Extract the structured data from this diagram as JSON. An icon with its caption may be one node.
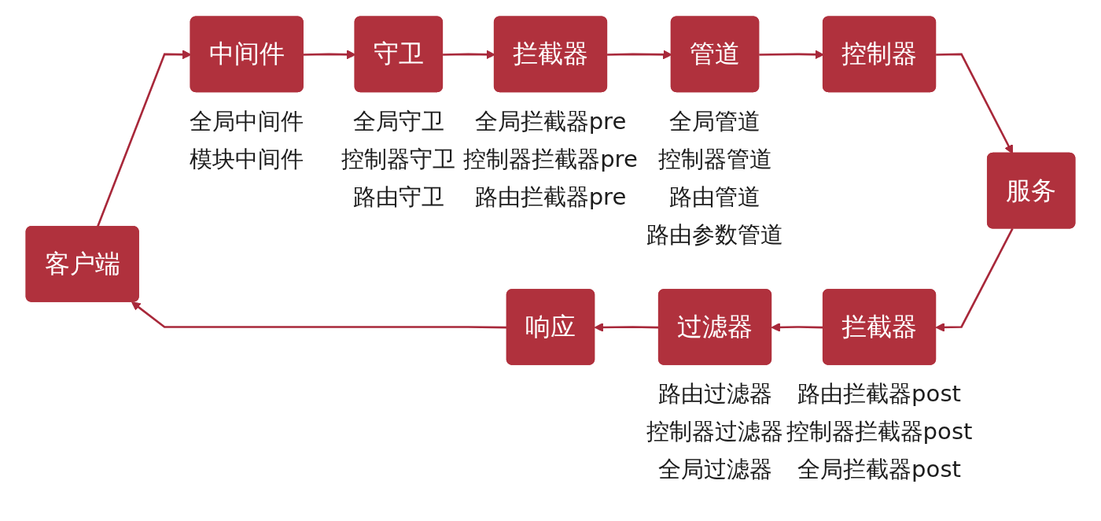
{
  "diagram": {
    "nodes": [
      {
        "text": [
          "客户端"
        ]
      },
      {
        "text": [
          "中间件"
        ],
        "beside": [
          "全局中间件",
          "模块中间件"
        ]
      },
      {
        "text": [
          "守卫"
        ],
        "beside": [
          "全局守卫",
          "控制器守卫",
          "路由守卫"
        ]
      },
      {
        "text": [
          "拦截器"
        ],
        "beside": [
          "全局拦截器pre",
          "控制器拦截器pre",
          "路由拦截器pre"
        ]
      },
      {
        "text": [
          "管道"
        ],
        "beside": [
          "全局管道",
          "控制器管道",
          "路由管道",
          "路由参数管道"
        ]
      },
      {
        "text": [
          "控制器"
        ]
      },
      {
        "text": [
          "响应"
        ]
      },
      {
        "text": [
          "过滤器"
        ],
        "beside": [
          "路由过滤器",
          "控制器过滤器",
          "全局过滤器"
        ]
      },
      {
        "text": [
          "拦截器"
        ],
        "beside": [
          "路由拦截器post",
          "控制器拦截器post",
          "全局拦截器post"
        ]
      },
      {
        "text": [
          "服务"
        ]
      }
    ],
    "edges": [
      {
        "from": 0,
        "to": 1,
        "arrow": "to"
      },
      {
        "from": 1,
        "to": 2,
        "arrow": "to"
      },
      {
        "from": 2,
        "to": 3,
        "arrow": "to"
      },
      {
        "from": 3,
        "to": 4,
        "arrow": "to"
      },
      {
        "from": 4,
        "to": 5,
        "arrow": "to"
      },
      {
        "from": 5,
        "to": 9,
        "arrow": "to"
      },
      {
        "from": 9,
        "to": 8,
        "arrow": "to"
      },
      {
        "from": 8,
        "to": 7,
        "arrow": "to"
      },
      {
        "from": 7,
        "to": 6,
        "arrow": "to"
      },
      {
        "from": 6,
        "to": 0,
        "arrow": "to"
      }
    ]
  }
}
